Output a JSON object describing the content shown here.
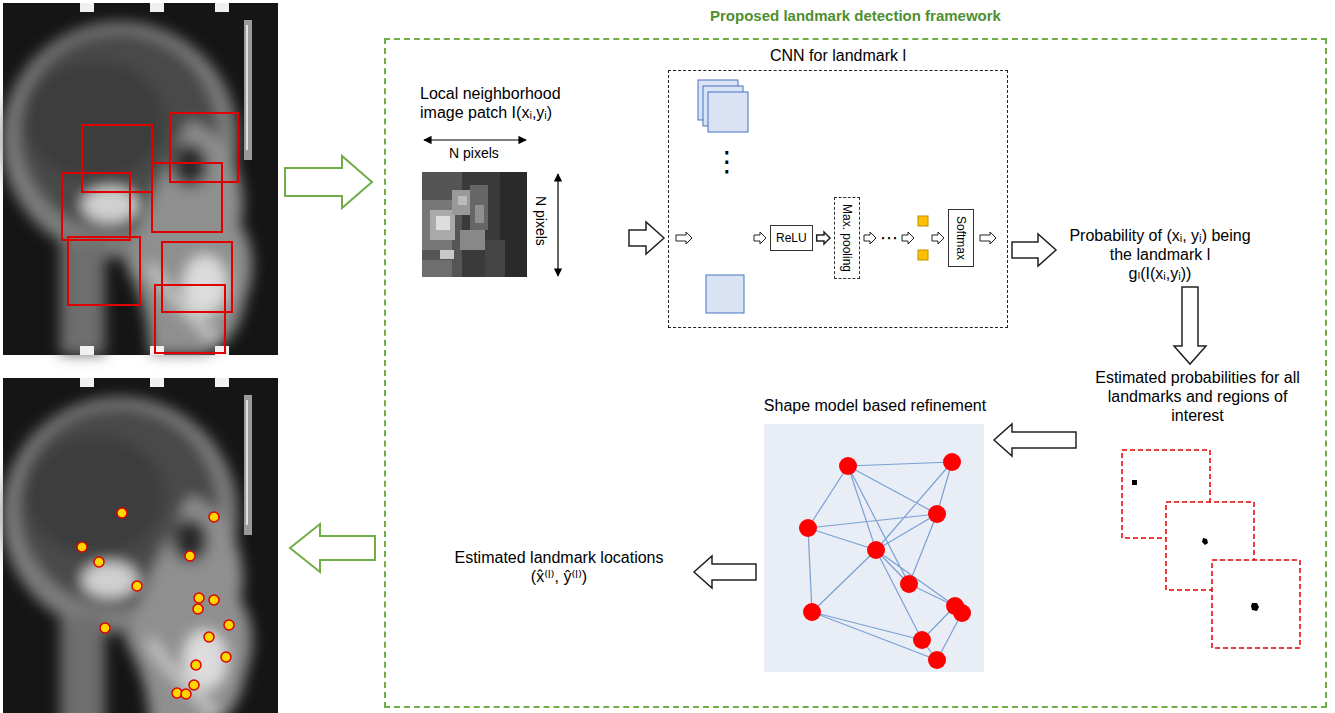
{
  "diagram": {
    "nodes": [
      {
        "text": [
          "Proposed landmark detection framework"
        ]
      },
      {
        "text": [
          "Local neighborhood image patch I(xᵢ,yᵢ)"
        ],
        "in": 0
      },
      {
        "text": [
          "CNN for landmark l"
        ],
        "in": 0
      },
      {
        "text": [
          "ReLU"
        ],
        "in": 2
      },
      {
        "text": [
          "Max. pooling"
        ],
        "in": 2
      },
      {
        "text": [
          "Softmax"
        ],
        "in": 2
      },
      {
        "text": [
          "Probability of (xᵢ, yᵢ) being the landmark l",
          "gₗ(I(xᵢ,yᵢ))"
        ],
        "in": 0
      },
      {
        "text": [
          "Estimated probabilities for all landmarks and regions of interest"
        ],
        "in": 0
      },
      {
        "text": [
          "Shape model based refinement"
        ],
        "in": 0
      },
      {
        "text": [
          "Estimated landmark locations",
          "(x̂⁽ˡ⁾, ŷ⁽ˡ⁾)"
        ],
        "in": 0
      }
    ],
    "edges": [
      {
        "from": 1,
        "to": 2,
        "arrow": "to"
      },
      {
        "from": 2,
        "to": 6,
        "arrow": "to"
      },
      {
        "from": 6,
        "to": 7,
        "arrow": "to"
      },
      {
        "from": 7,
        "to": 8,
        "arrow": "to"
      },
      {
        "from": 8,
        "to": 9,
        "arrow": "to"
      },
      {
        "from": 3,
        "to": 4,
        "arrow": "to"
      }
    ],
    "labels": [
      "N pixels",
      "N pixels",
      "⋮",
      "⋯"
    ]
  }
}
